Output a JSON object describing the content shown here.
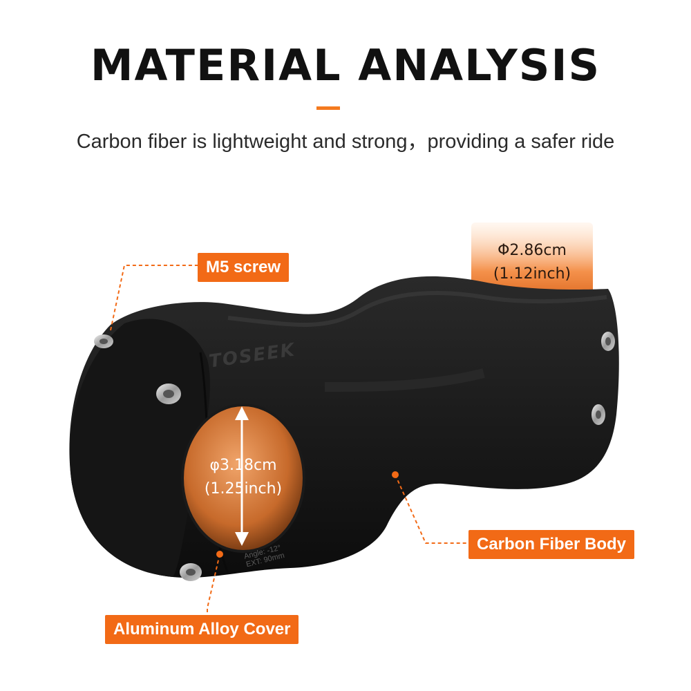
{
  "header": {
    "title": "MATERIAL ANALYSIS",
    "subtitle": "Carbon fiber is lightweight and strong，providing a safer ride",
    "accent_color": "#f47a1f"
  },
  "product": {
    "brand_mark": "TOSEEK",
    "engraving_angle": "Angle: -12°",
    "engraving_ext": "EXT: 90mm"
  },
  "callouts": {
    "m5_screw": "M5 screw",
    "carbon_body": "Carbon Fiber Body",
    "alloy_cover": "Aluminum Alloy Cover",
    "color": "#f26a16"
  },
  "dimensions": {
    "steerer": {
      "metric": "Φ2.86cm",
      "imperial": "(1.12inch)"
    },
    "handlebar": {
      "metric": "φ3.18cm",
      "imperial": "(1.25inch)"
    }
  }
}
